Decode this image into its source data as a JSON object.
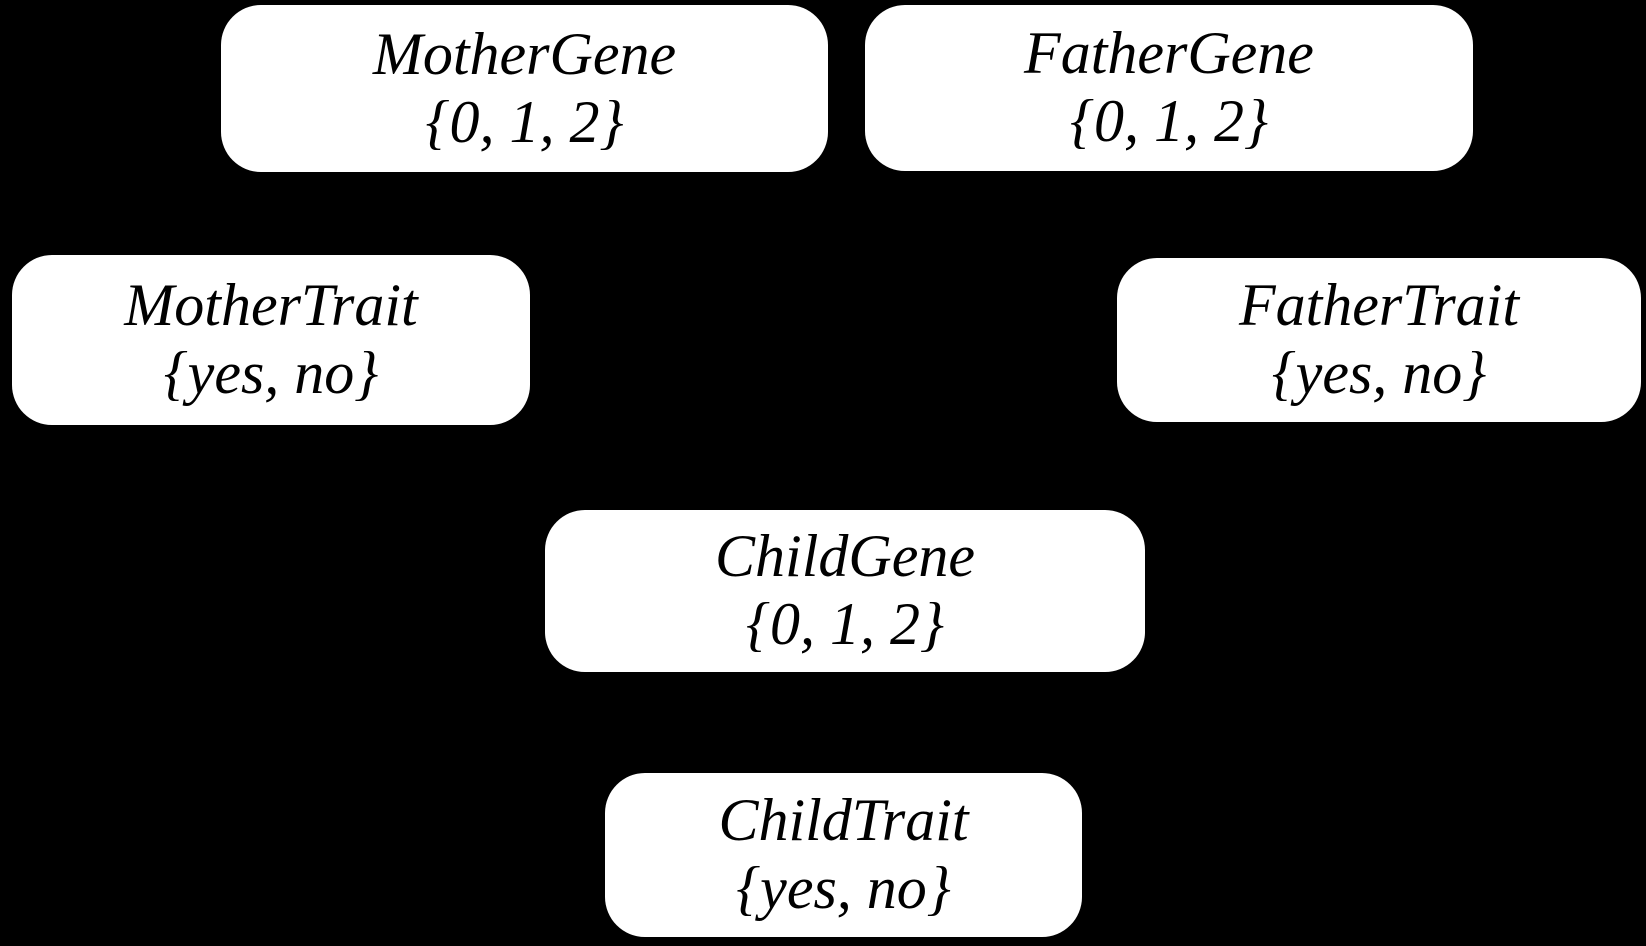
{
  "colors": {
    "background": "#000000",
    "node_fill": "#ffffff",
    "node_text": "#000000"
  },
  "diagram": {
    "type": "bayesian-network",
    "nodes": [
      {
        "id": "mother-gene",
        "label": "MotherGene",
        "domain": "{0, 1, 2}"
      },
      {
        "id": "father-gene",
        "label": "FatherGene",
        "domain": "{0, 1, 2}"
      },
      {
        "id": "mother-trait",
        "label": "MotherTrait",
        "domain": "{yes, no}"
      },
      {
        "id": "father-trait",
        "label": "FatherTrait",
        "domain": "{yes, no}"
      },
      {
        "id": "child-gene",
        "label": "ChildGene",
        "domain": "{0, 1, 2}"
      },
      {
        "id": "child-trait",
        "label": "ChildTrait",
        "domain": "{yes, no}"
      }
    ]
  }
}
